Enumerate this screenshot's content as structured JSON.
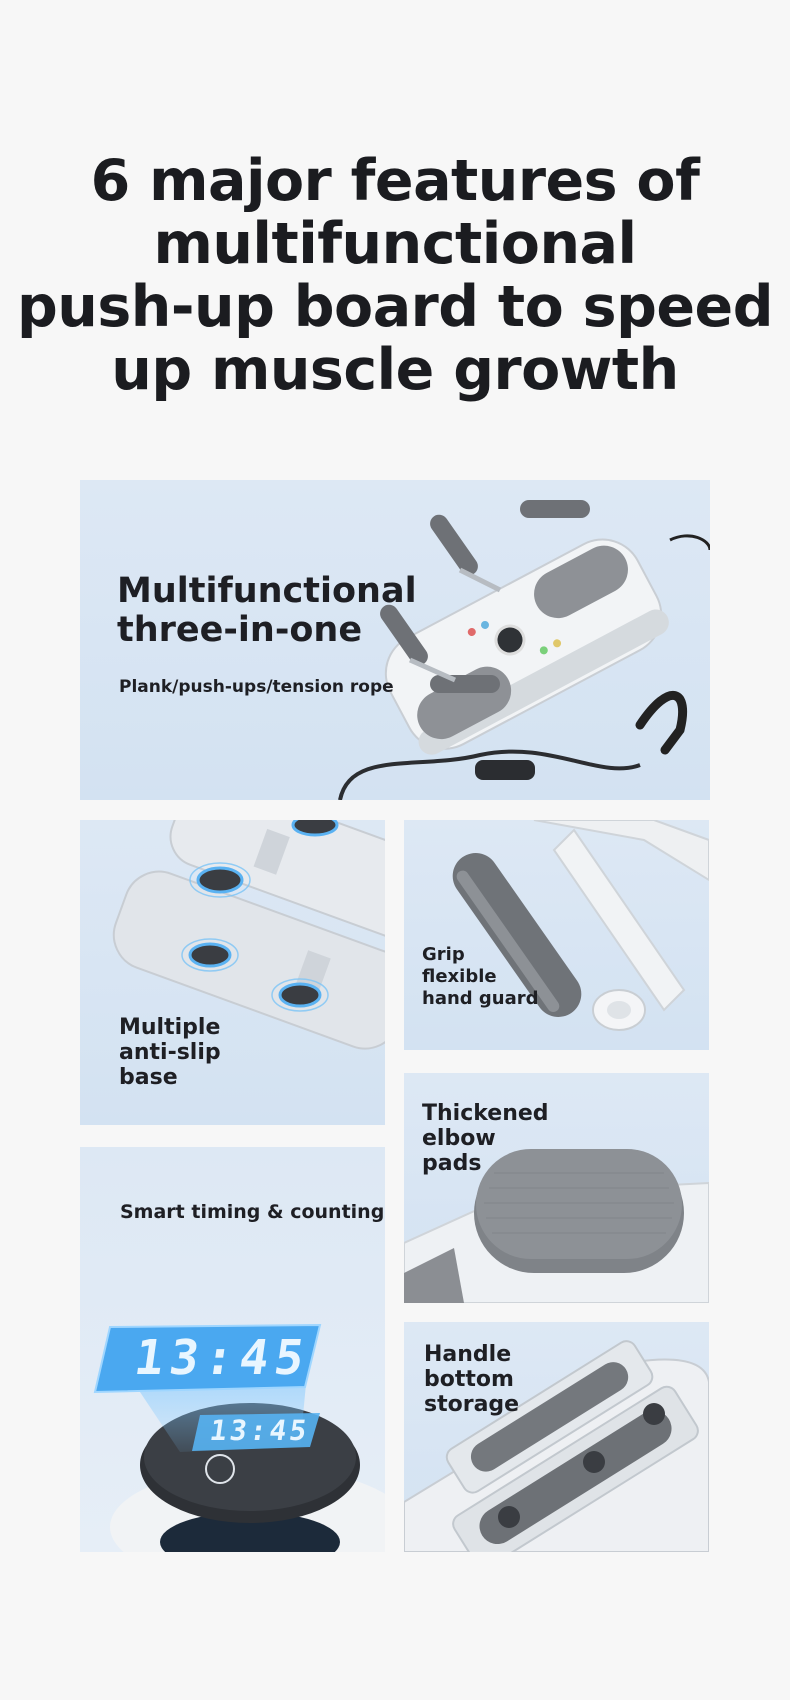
{
  "headline": {
    "lines": [
      "6 major features of",
      "multifunctional",
      "push-up board to speed",
      "up muscle growth"
    ]
  },
  "panels": {
    "multifunction": {
      "title_lines": [
        "Multifunctional",
        "three-in-one"
      ],
      "caption": "Plank/push-ups/tension rope"
    },
    "anti_slip": {
      "lines": [
        "Multiple",
        "anti-slip",
        "base"
      ]
    },
    "grip": {
      "lines": [
        "Grip",
        "flexible",
        "hand guard"
      ]
    },
    "timing": {
      "title": "Smart timing & counting",
      "display_reading": "13:45"
    },
    "elbow": {
      "lines": [
        "Thickened",
        "elbow",
        "pads"
      ]
    },
    "storage": {
      "lines": [
        "Handle",
        "bottom",
        "storage"
      ]
    }
  },
  "colors": {
    "page_bg": "#f7f7f7",
    "panel_bg": "#d8e5f3",
    "text": "#1d1e22",
    "accent_blue": "#4aa8f0",
    "pad_gray": "#8c8f93"
  }
}
